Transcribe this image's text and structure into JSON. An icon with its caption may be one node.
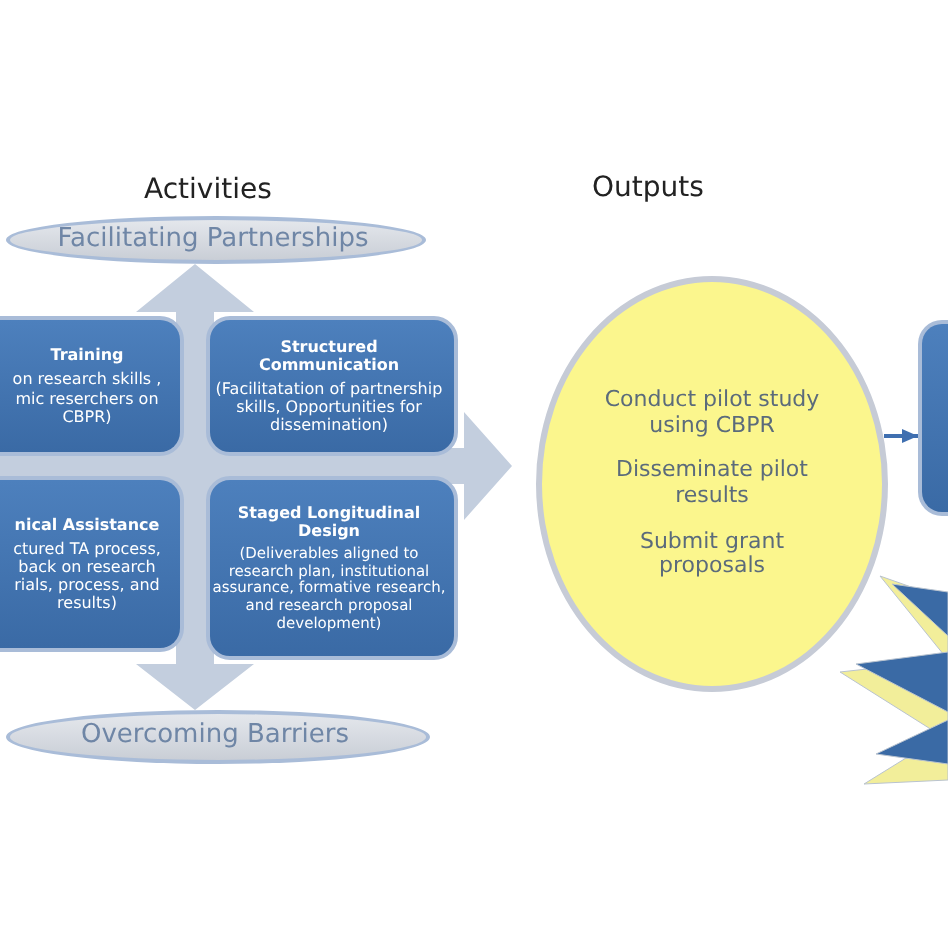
{
  "diagram": {
    "nodes": [
      {
        "text": [
          "Facilitating Partnerships"
        ]
      },
      {
        "text": [
          "Training",
          "on research skills , mic reserchers on CBPR)"
        ]
      },
      {
        "text": [
          "Structured Communication",
          "(Facilitatation of partnership skills, Opportunities for dissemination)"
        ]
      },
      {
        "text": [
          "nical Assistance",
          "ctured TA process, back on research rials, process, and results)"
        ]
      },
      {
        "text": [
          "Staged Longitudinal Design",
          "(Deliverables aligned to research plan, institutional assurance, formative research,  and research proposal development)"
        ]
      },
      {
        "text": [
          "Overcoming Barriers"
        ]
      },
      {
        "text": [
          "Conduct pilot study using CBPR",
          "Disseminate pilot results",
          "Submit grant proposals"
        ]
      },
      {
        "text": [],
        "shape": "box"
      }
    ],
    "edges": [
      {
        "from": 6,
        "to": 7,
        "arrow": "to",
        "color": "#3f6fb0"
      }
    ],
    "labels": [
      "Activities",
      "Outputs"
    ]
  }
}
